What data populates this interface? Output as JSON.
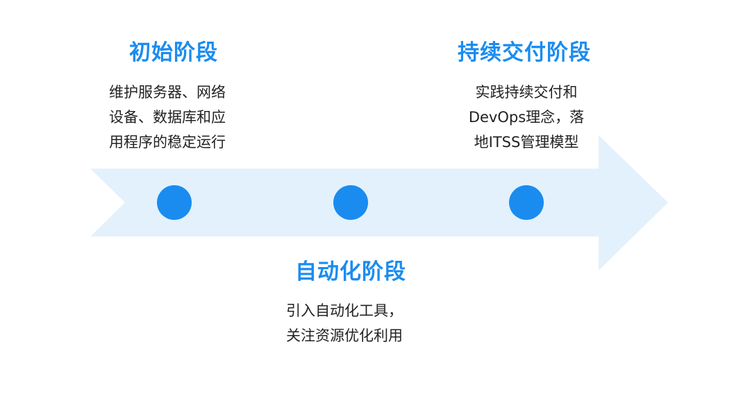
{
  "colors": {
    "accent": "#1a8cf0",
    "arrow_fill": "#e3f1fd",
    "text": "#222222"
  },
  "stages": [
    {
      "title": "初始阶段",
      "description": [
        "维护服务器、网络",
        "设备、数据库和应",
        "用程序的稳定运行"
      ]
    },
    {
      "title": "自动化阶段",
      "description": [
        "引入自动化工具，",
        "关注资源优化利用"
      ]
    },
    {
      "title": "持续交付阶段",
      "description": [
        "实践持续交付和",
        "DevOps理念，落",
        "地ITSS管理模型"
      ]
    }
  ]
}
